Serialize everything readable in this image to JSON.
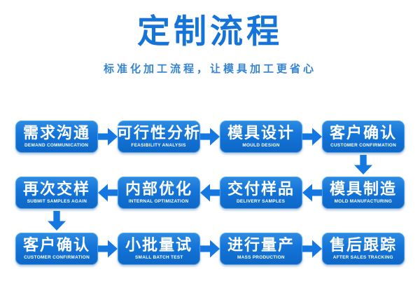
{
  "page": {
    "title": "定制流程",
    "subtitle": "标准化加工流程，让模具加工更省心"
  },
  "colors": {
    "title_blue": "#1673d8",
    "subtitle_blue": "#3583d4",
    "box_gradient_top": "#2e8ce2",
    "box_gradient_bottom": "#0d67c6",
    "arrow_blue": "#1478e0",
    "box_text": "#ffffff",
    "background": "#ffffff"
  },
  "flow": {
    "rows": [
      {
        "direction": "right",
        "steps": [
          {
            "zh": "需求沟通",
            "en": "DEMAND COMMUNICATION"
          },
          {
            "zh": "可行性分析",
            "en": "FEASIBILITY ANALYSIS"
          },
          {
            "zh": "模具设计",
            "en": "MOULD DESIGN"
          },
          {
            "zh": "客户确认",
            "en": "CUSTOMER CONFIRMATION"
          }
        ]
      },
      {
        "direction": "left",
        "steps": [
          {
            "zh": "再次交样",
            "en": "SUBMIT SAMPLES AGAIN"
          },
          {
            "zh": "内部优化",
            "en": "INTERNAL OPTIMIZATION"
          },
          {
            "zh": "交付样品",
            "en": "DELIVERY SAMPLES"
          },
          {
            "zh": "模具制造",
            "en": "MOLD MANUFACTURING"
          }
        ]
      },
      {
        "direction": "right",
        "steps": [
          {
            "zh": "客户确认",
            "en": "CUSTOMER CONFIRMATION"
          },
          {
            "zh": "小批量试",
            "en": "SMALL BATCH TEST"
          },
          {
            "zh": "进行量产",
            "en": "MASS PRODUCTION"
          },
          {
            "zh": "售后跟踪",
            "en": "AFTER SALES TRACKING"
          }
        ]
      }
    ]
  }
}
